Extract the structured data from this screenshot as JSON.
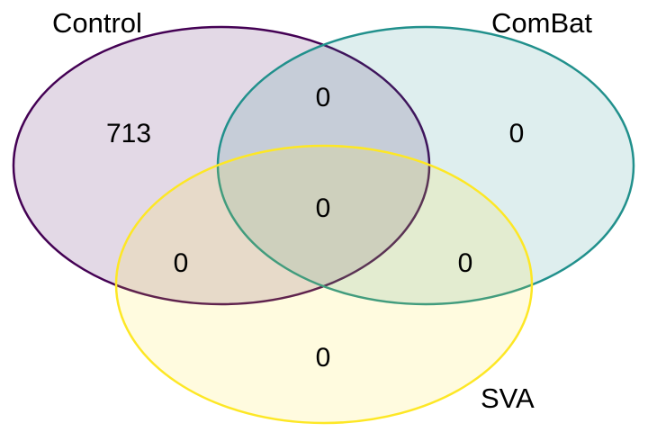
{
  "diagram": {
    "type": "venn",
    "sets": [
      {
        "key": "control",
        "name": "Control",
        "stroke": "#440154",
        "fill": "#440154",
        "fill_opacity": 0.15
      },
      {
        "key": "combat",
        "name": "ComBat",
        "stroke": "#21908C",
        "fill": "#21908C",
        "fill_opacity": 0.15
      },
      {
        "key": "sva",
        "name": "SVA",
        "stroke": "#FDE725",
        "fill": "#FDE725",
        "fill_opacity": 0.15
      }
    ],
    "regions": {
      "control_only": "713",
      "combat_only": "0",
      "sva_only": "0",
      "control_combat": "0",
      "control_sva": "0",
      "combat_sva": "0",
      "all_three": "0"
    }
  }
}
